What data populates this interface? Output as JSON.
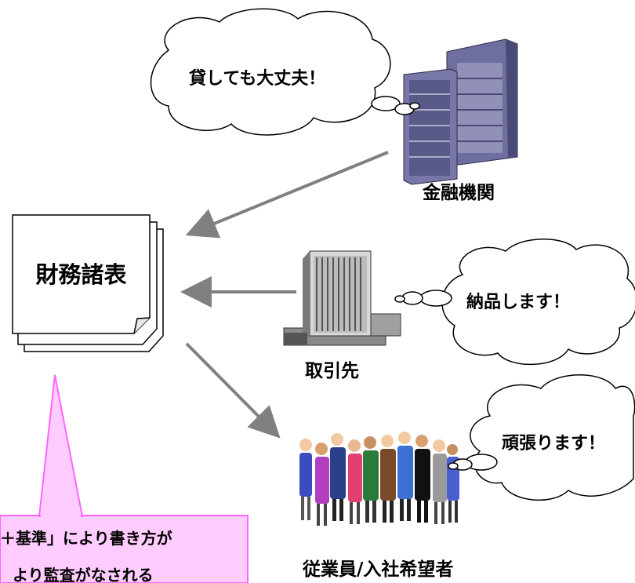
{
  "documents": {
    "title": "財務諸表"
  },
  "parties": {
    "bank": {
      "label": "金融機関",
      "speech": "貸しても大丈夫！"
    },
    "supplier": {
      "label": "取引先",
      "speech": "納品します！"
    },
    "employees": {
      "label": "従業員/入社希望者",
      "speech": "頑張ります！"
    }
  },
  "note": {
    "line1": "＋基準」により書き方が",
    "line2": "より監査がなされる"
  },
  "colors": {
    "arrow": "#808080",
    "note_fill": "#ffccff",
    "note_border": "#ff66ff",
    "building": "#6f6f9f",
    "thought_cloud_border": "#000000"
  }
}
